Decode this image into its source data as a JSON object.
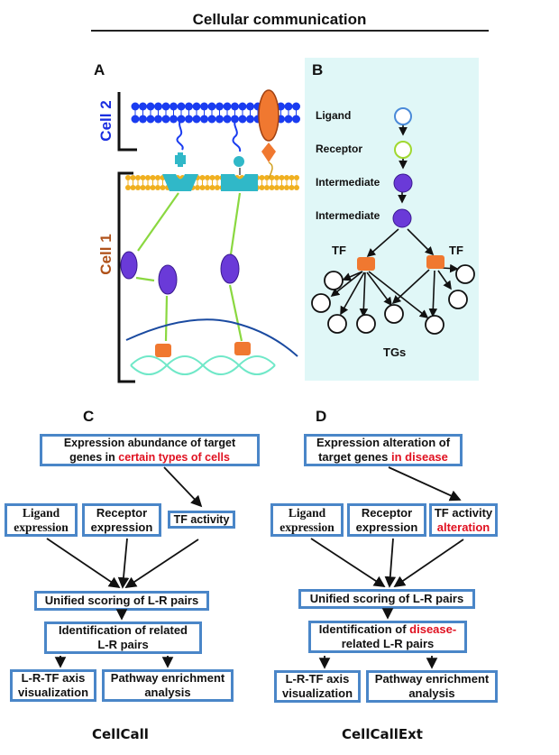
{
  "title": "Cellular communication",
  "panel_a": {
    "label": "A",
    "cell2_label": "Cell 2",
    "cell1_label": "Cell 1",
    "colors": {
      "cell2": "#1a2ee0",
      "cell1": "#b0521a",
      "membrane2": "#1a3cf0",
      "membrane1": "#f0b020",
      "receptor": "#30b8c8",
      "intermediate": "#6a3ad8",
      "tf": "#f07830",
      "arrow": "#8ad840",
      "dna": "#70e8c8"
    }
  },
  "panel_b": {
    "label": "B",
    "nodes": [
      "Ligand",
      "Receptor",
      "Intermediate",
      "Intermediate"
    ],
    "tf_left": "TF",
    "tf_right": "TF",
    "tgs_label": "TGs",
    "colors": {
      "background": "#e0f7f7",
      "ligand": "#4a8ad8",
      "receptor": "#a0d830",
      "intermediate": "#6a3ad8",
      "tf": "#f07830"
    }
  },
  "panel_c": {
    "label": "C",
    "top_box": {
      "line1": "Expression abundance of target",
      "line2_plain": "genes in ",
      "line2_red": "certain types of cells"
    },
    "ligand_box": {
      "line1": "Ligand",
      "line2": "expression"
    },
    "receptor_box": {
      "line1": "Receptor",
      "line2": "expression"
    },
    "tf_box": {
      "line1": "TF activity"
    },
    "unified_box": "Unified scoring of L-R pairs",
    "ident_box": {
      "line1": "Identification of related",
      "line2": "L-R pairs"
    },
    "lrtf_box": {
      "line1": "L-R-TF axis",
      "line2": "visualization"
    },
    "pathway_box": {
      "line1": "Pathway enrichment",
      "line2": "analysis"
    },
    "footer": "CellCall"
  },
  "panel_d": {
    "label": "D",
    "top_box": {
      "line1": "Expression alteration of",
      "line2_plain": "target genes ",
      "line2_red": "in disease"
    },
    "ligand_box": {
      "line1": "Ligand",
      "line2": "expression"
    },
    "receptor_box": {
      "line1": "Receptor",
      "line2": "expression"
    },
    "tf_box": {
      "line1": "TF activity",
      "line2_red": "alteration"
    },
    "unified_box": "Unified scoring of L-R pairs",
    "ident_box": {
      "line1_plain": "Identification of ",
      "line1_red": "disease-",
      "line2": "related L-R pairs"
    },
    "lrtf_box": {
      "line1": "L-R-TF axis",
      "line2": "visualization"
    },
    "pathway_box": {
      "line1": "Pathway enrichment",
      "line2": "analysis"
    },
    "footer": "CellCallExt"
  },
  "colors": {
    "box_border": "#4a86c8",
    "highlight_red": "#e01020"
  }
}
